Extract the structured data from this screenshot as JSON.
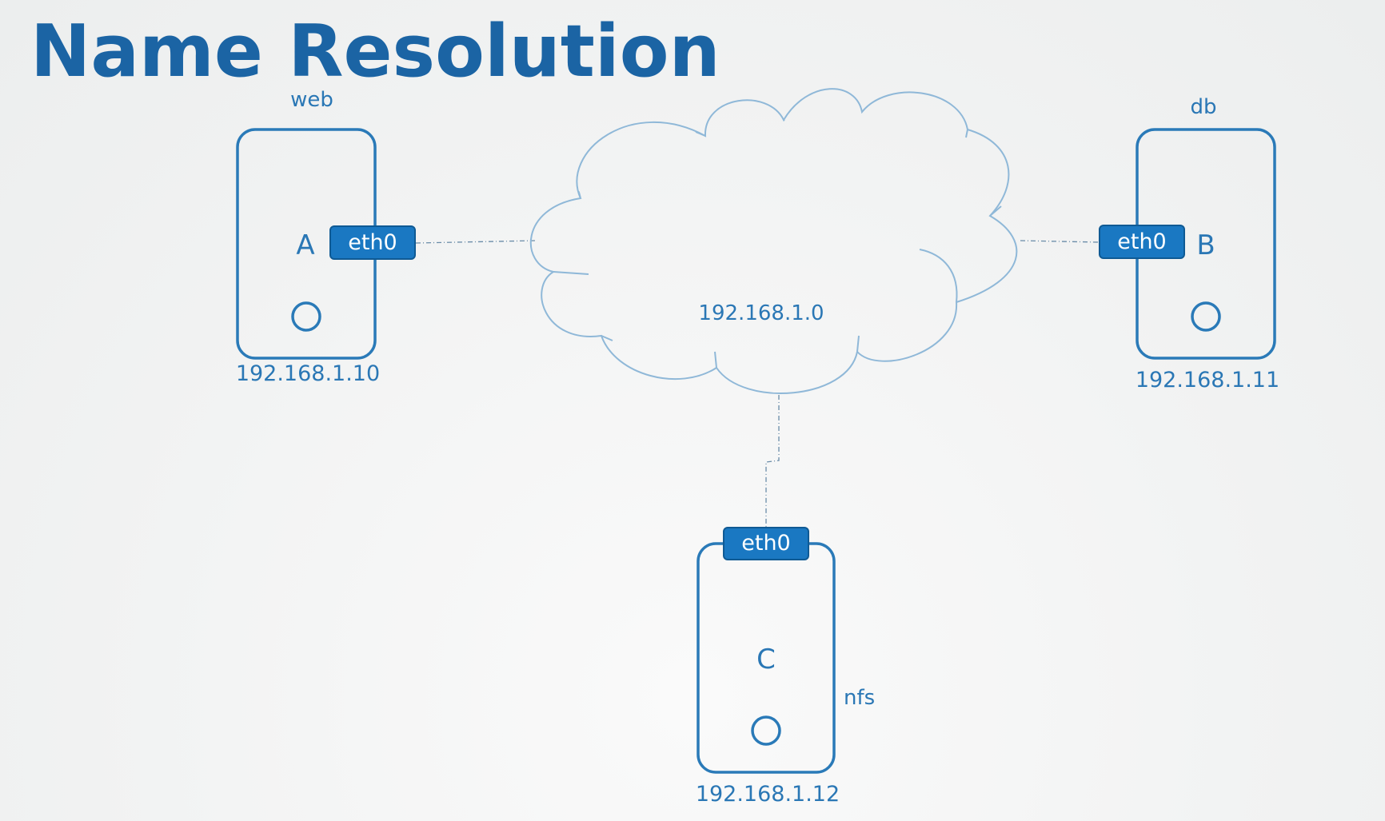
{
  "title": "Name Resolution",
  "network": {
    "label": "192.168.1.0"
  },
  "hosts": [
    {
      "id": "A",
      "name": "web",
      "letter": "A",
      "ip": "192.168.1.10",
      "interface": "eth0"
    },
    {
      "id": "B",
      "name": "db",
      "letter": "B",
      "ip": "192.168.1.11",
      "interface": "eth0"
    },
    {
      "id": "C",
      "name": "nfs",
      "letter": "C",
      "ip": "192.168.1.12",
      "interface": "eth0"
    }
  ],
  "colors": {
    "title": "#1b64a4",
    "accent": "#1a78c2",
    "outline": "#2a7ab8",
    "cloud_line": "#8fb8d8"
  }
}
